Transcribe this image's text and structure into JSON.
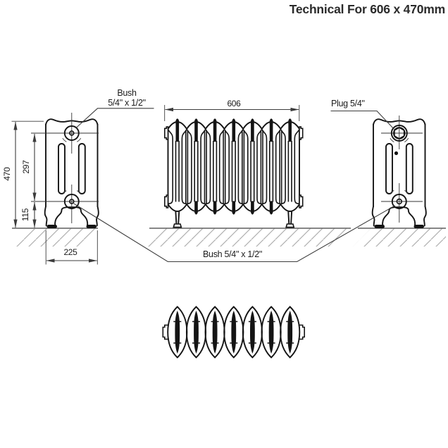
{
  "title": "Technical For 606 x 470mm",
  "dimensions": {
    "overall_height": "470",
    "pipe_centres": "297",
    "floor_to_centre": "115",
    "depth": "225",
    "overall_width": "606"
  },
  "labels": {
    "bush_top_line1": "Bush",
    "bush_top_line2": "5/4\" x 1/2\"",
    "plug": "Plug 5/4\"",
    "bush_bottom": "Bush 5/4\" x 1/2\""
  },
  "views": {
    "left": "side-elevation-left",
    "center": "front-elevation-7-sections",
    "right": "side-elevation-right",
    "bottom": "plan-view-7-sections"
  },
  "colors": {
    "line": "#141414",
    "dim_line": "#3c3c3c",
    "hatch": "#aeaeae",
    "text": "#1c1c1c",
    "background": "#ffffff"
  }
}
